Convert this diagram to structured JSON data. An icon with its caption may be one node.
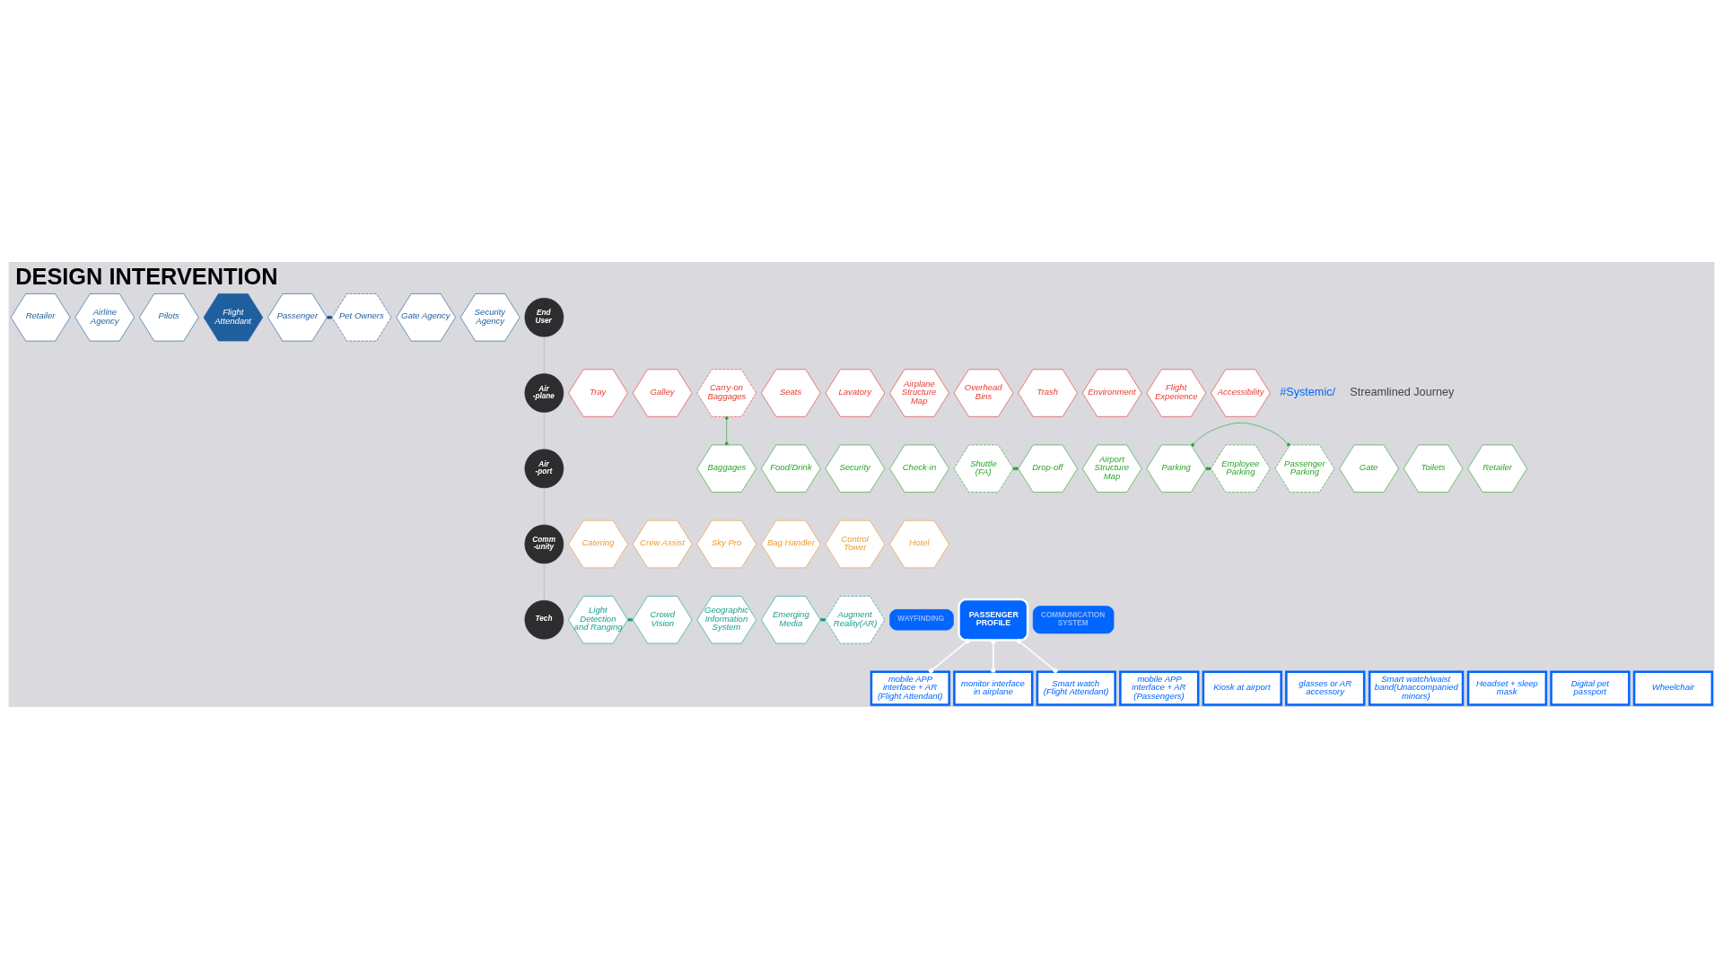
{
  "diagram": {
    "title": "DESIGN INTERVENTION",
    "nodes": [
      {
        "text": [
          "Retailer"
        ]
      },
      {
        "text": [
          "Airline Agency"
        ]
      },
      {
        "text": [
          "Pilots"
        ]
      },
      {
        "text": [
          "Flight Attendant"
        ]
      },
      {
        "text": [
          "Passenger"
        ]
      },
      {
        "text": [
          "Pet Owners"
        ]
      },
      {
        "text": [
          "Gate Agency"
        ]
      },
      {
        "text": [
          "Security Agency"
        ]
      },
      {
        "text": [
          "End User"
        ]
      },
      {
        "text": [
          "Tray"
        ]
      },
      {
        "text": [
          "Galley"
        ]
      },
      {
        "text": [
          "Carry-on Baggages"
        ]
      },
      {
        "text": [
          "Seats"
        ]
      },
      {
        "text": [
          "Lavatory"
        ]
      },
      {
        "text": [
          "Airplane Structure Map"
        ]
      },
      {
        "text": [
          "Overhead Bins"
        ]
      },
      {
        "text": [
          "Trash"
        ]
      },
      {
        "text": [
          "Environment"
        ]
      },
      {
        "text": [
          "Flight Experience"
        ]
      },
      {
        "text": [
          "Accessibility"
        ]
      },
      {
        "text": [
          "Air -plane"
        ]
      },
      {
        "text": [
          "Food/Drink"
        ]
      },
      {
        "text": [
          "Baggages"
        ]
      },
      {
        "text": [
          "Security"
        ]
      },
      {
        "text": [
          "Check-in"
        ]
      },
      {
        "text": [
          "Shuttle (FA)"
        ]
      },
      {
        "text": [
          "Drop-off"
        ]
      },
      {
        "text": [
          "Airport Structure Map"
        ]
      },
      {
        "text": [
          "Parking"
        ]
      },
      {
        "text": [
          "Passenger Parking"
        ]
      },
      {
        "text": [
          "Employee Parking"
        ]
      },
      {
        "text": [
          "Gate"
        ]
      },
      {
        "text": [
          "Toilets"
        ]
      },
      {
        "text": [
          "Retailer"
        ]
      },
      {
        "text": [
          "Air -port"
        ]
      },
      {
        "text": [
          "Catering"
        ]
      },
      {
        "text": [
          "Crew Assist"
        ]
      },
      {
        "text": [
          "Sky Pro"
        ]
      },
      {
        "text": [
          "Bag Handler"
        ]
      },
      {
        "text": [
          "Control Tower"
        ]
      },
      {
        "text": [
          "Hotel"
        ]
      },
      {
        "text": [
          "Comm -unity"
        ]
      },
      {
        "text": [
          "Light Detection and Ranging"
        ]
      },
      {
        "text": [
          "Crowd Vision"
        ]
      },
      {
        "text": [
          "Geographic Information System"
        ]
      },
      {
        "text": [
          "Emerging Media"
        ]
      },
      {
        "text": [
          "Augment Reality(AR)"
        ]
      },
      {
        "text": [
          "Tech"
        ]
      },
      {
        "text": [
          "WAYFINDING"
        ]
      },
      {
        "text": [
          "PASSENGER PROFILE"
        ]
      },
      {
        "text": [
          "COMMUNICATION SYSTEM"
        ]
      },
      {
        "text": [
          "mobile APP interface + AR (Passengers)"
        ]
      },
      {
        "text": [
          "mobile APP interface + AR (Flight Attendant)"
        ]
      },
      {
        "text": [
          "monitor interface in airplane"
        ]
      },
      {
        "text": [
          "Kiosk at airport"
        ]
      },
      {
        "text": [
          "glasses or AR accessory"
        ]
      },
      {
        "text": [
          "Smart watch (Flight Attendant)"
        ]
      },
      {
        "text": [
          "Smart watch/waist band(Unaccompanied minors)"
        ]
      },
      {
        "text": [
          "Headset + sleep mask"
        ]
      },
      {
        "text": [
          "Digital pet passport"
        ]
      },
      {
        "text": [
          "Wheelchair"
        ]
      }
    ],
    "edges": [
      {
        "from": 4,
        "to": 5,
        "arrow": "other",
        "color": "#1f4e79"
      },
      {
        "from": 11,
        "to": 22,
        "arrow": "other",
        "color": "#2aa52a"
      },
      {
        "from": 25,
        "to": 26,
        "arrow": "other",
        "color": "#2aa52a"
      },
      {
        "from": 28,
        "to": 29,
        "arrow": "other",
        "color": "#2aa52a"
      },
      {
        "from": 28,
        "to": 30,
        "arrow": "other",
        "color": "#2aa52a"
      },
      {
        "from": 42,
        "to": 43,
        "arrow": "other",
        "color": "#1a9e8f"
      },
      {
        "from": 45,
        "to": 46,
        "arrow": "other",
        "color": "#1a9e8f"
      },
      {
        "from": 8,
        "to": 20,
        "arrow": "none",
        "color": "#b0b0b0"
      },
      {
        "from": 20,
        "to": 34,
        "arrow": "none",
        "color": "#b0b0b0"
      },
      {
        "from": 34,
        "to": 41,
        "arrow": "none",
        "color": "#b0b0b0"
      },
      {
        "from": 41,
        "to": 47,
        "arrow": "none",
        "color": "#b0b0b0"
      },
      {
        "from": 49,
        "to": 52,
        "arrow": "other",
        "color": "#ffffff"
      },
      {
        "from": 49,
        "to": 53,
        "arrow": "other",
        "color": "#ffffff"
      },
      {
        "from": 49,
        "to": 56,
        "arrow": "other",
        "color": "#ffffff"
      }
    ],
    "labels": [
      "#Systemic/",
      "Streamlined Journey"
    ]
  }
}
